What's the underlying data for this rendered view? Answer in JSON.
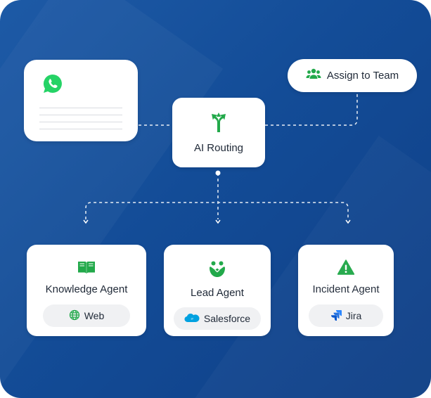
{
  "diagram": {
    "assign_label": "Assign to Team",
    "routing_label": "AI Routing",
    "agents": [
      {
        "title": "Knowledge Agent",
        "tag": "Web",
        "icon": "book-icon",
        "tag_icon": "globe-icon"
      },
      {
        "title": "Lead Agent",
        "tag": "Salesforce",
        "icon": "handshake-icon",
        "tag_icon": "salesforce-cloud-icon"
      },
      {
        "title": "Incident Agent",
        "tag": "Jira",
        "icon": "warning-icon",
        "tag_icon": "jira-icon"
      }
    ]
  },
  "colors": {
    "background": "#134c97",
    "accent_green": "#22a94a",
    "whatsapp_green": "#25d366",
    "salesforce_blue": "#00a1e0",
    "jira_blue": "#2684ff"
  }
}
